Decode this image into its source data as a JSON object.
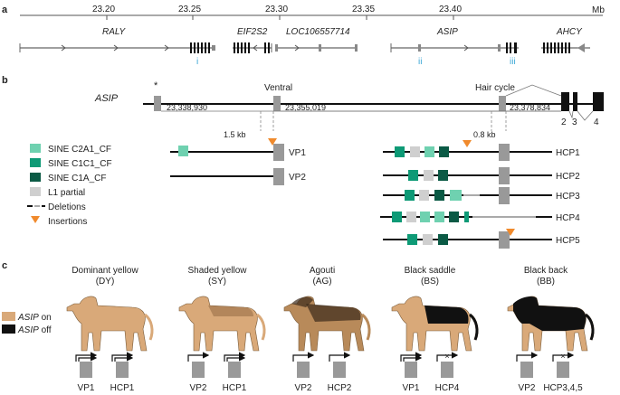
{
  "panels": {
    "a": "a",
    "b": "b",
    "c": "c"
  },
  "panel_a": {
    "unit": "Mb",
    "ticks": [
      "23.20",
      "23.25",
      "23.30",
      "23.35",
      "23.40"
    ],
    "genes": [
      "RALY",
      "EIF2S2",
      "LOC106557714",
      "ASIP",
      "AHCY"
    ],
    "markers": [
      "i",
      "ii",
      "iii"
    ]
  },
  "panel_b": {
    "gene_label": "ASIP",
    "asterisk": "*",
    "promoter_labels": [
      "Ventral",
      "Hair cycle"
    ],
    "coordinates": [
      "23,338,930",
      "23,355,019",
      "23,378,834"
    ],
    "exon_labels": [
      "2",
      "3",
      "4"
    ],
    "distances": [
      "1.5 kb",
      "0.8 kb"
    ],
    "legend": [
      {
        "label": "SINE C2A1_CF",
        "color": "#6fd1b0"
      },
      {
        "label": "SINE C1C1_CF",
        "color": "#0e9a76"
      },
      {
        "label": "SINE C1A_CF",
        "color": "#0b5a45"
      },
      {
        "label": "L1 partial",
        "color": "#cfcfcf"
      },
      {
        "label": "Deletions",
        "color": "#222222"
      },
      {
        "label": "Insertions",
        "color": "#f08a2c"
      }
    ],
    "vp_haplotypes": [
      "VP1",
      "VP2"
    ],
    "hcp_haplotypes": [
      "HCP1",
      "HCP2",
      "HCP3",
      "HCP4",
      "HCP5"
    ]
  },
  "panel_c": {
    "legend": [
      {
        "gene": "ASIP",
        "state": " on",
        "color": "#d9a979"
      },
      {
        "gene": "ASIP",
        "state": " off",
        "color": "#111111"
      }
    ],
    "phenotypes": [
      {
        "name": "Dominant yellow",
        "code": "(DY)",
        "left": "VP1",
        "right": "HCP1",
        "left_on": true,
        "right_on": true
      },
      {
        "name": "Shaded yellow",
        "code": "(SY)",
        "left": "VP2",
        "right": "HCP1",
        "left_on": true,
        "right_on": true
      },
      {
        "name": "Agouti",
        "code": "(AG)",
        "left": "VP2",
        "right": "HCP2",
        "left_on": true,
        "right_on": true
      },
      {
        "name": "Black saddle",
        "code": "(BS)",
        "left": "VP1",
        "right": "HCP4",
        "left_on": true,
        "right_on": false
      },
      {
        "name": "Black back",
        "code": "(BB)",
        "left": "VP2",
        "right": "HCP3,4,5",
        "left_on": true,
        "right_on": false
      }
    ]
  }
}
